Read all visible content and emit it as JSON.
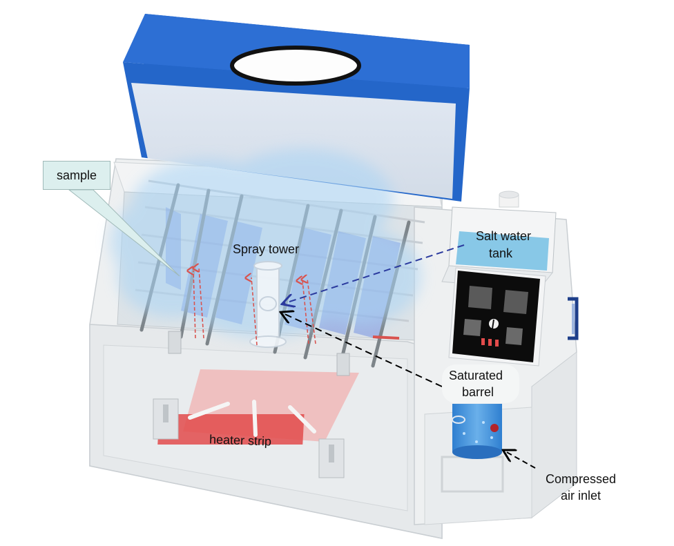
{
  "labels": {
    "sample": "sample",
    "spray_tower": "Spray tower",
    "salt_water_tank_line1": "Salt water",
    "salt_water_tank_line2": "tank",
    "saturated_barrel_line1": "Saturated",
    "saturated_barrel_line2": "barrel",
    "heater_strip": "heater strip",
    "compressed_air_line1": "Compressed",
    "compressed_air_line2": "air inlet"
  },
  "colors": {
    "lid_blue": "#1f5fbf",
    "mist": "#a9d4f5",
    "heater": "#e24b4b",
    "tank_water": "#7cc3e6",
    "barrel_water": "#3c8ed8",
    "panel": "#111111",
    "arrow_blue": "#2b3a9e",
    "arrow_black": "#000000"
  }
}
